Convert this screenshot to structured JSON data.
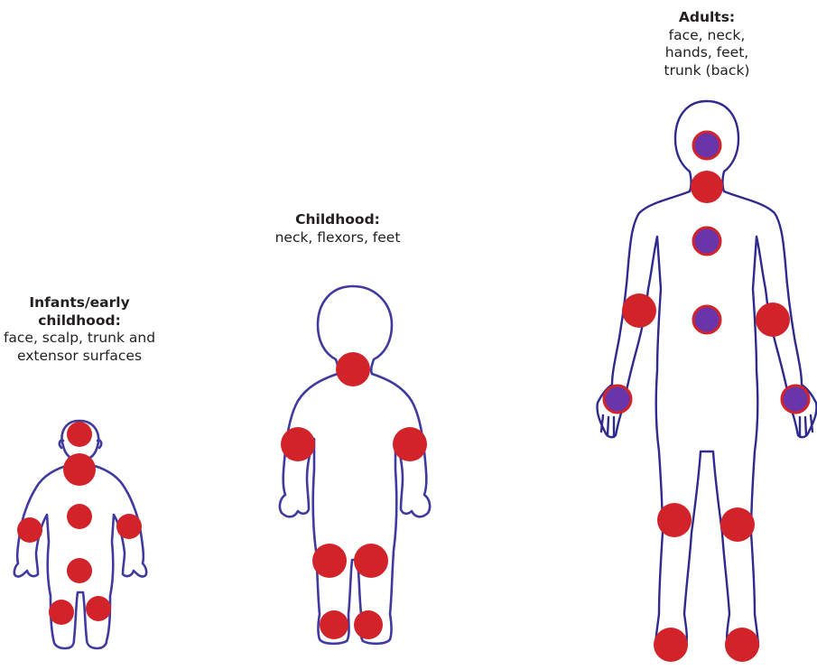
{
  "groups": [
    {
      "heading": "Infants/early childhood:",
      "sites": "face, scalp, trunk and extensor surfaces"
    },
    {
      "heading": "Childhood:",
      "sites": "neck, flexors, feet"
    },
    {
      "heading": "Adults:",
      "sites": "face, neck, hands, feet, trunk (back)"
    }
  ],
  "colors": {
    "outline": "#3f3aa0",
    "spot_red": "#d2232a",
    "spot_purple": "#6a35a8"
  }
}
